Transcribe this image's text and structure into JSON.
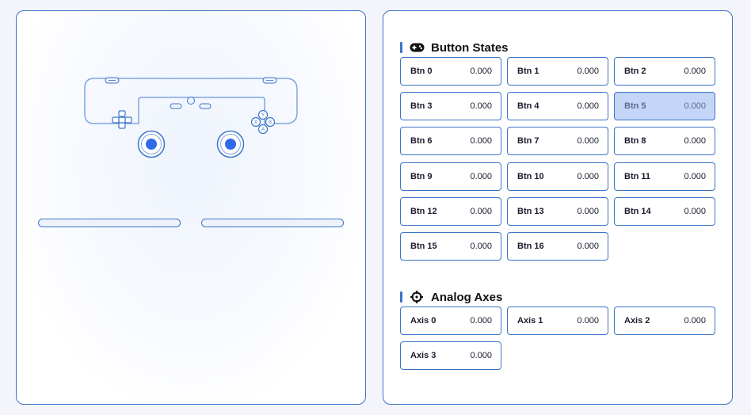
{
  "controller": {
    "face_labels": [
      "Y",
      "X",
      "B",
      "A"
    ]
  },
  "triggers": [
    {
      "value": 0
    },
    {
      "value": 0
    }
  ],
  "button_states": {
    "title": "Button States",
    "icon": "gamepad-icon",
    "items": [
      {
        "label": "Btn 0",
        "value": "0.000",
        "active": false
      },
      {
        "label": "Btn 1",
        "value": "0.000",
        "active": false
      },
      {
        "label": "Btn 2",
        "value": "0.000",
        "active": false
      },
      {
        "label": "Btn 3",
        "value": "0.000",
        "active": false
      },
      {
        "label": "Btn 4",
        "value": "0.000",
        "active": false
      },
      {
        "label": "Btn 5",
        "value": "0.000",
        "active": true
      },
      {
        "label": "Btn 6",
        "value": "0.000",
        "active": false
      },
      {
        "label": "Btn 7",
        "value": "0.000",
        "active": false
      },
      {
        "label": "Btn 8",
        "value": "0.000",
        "active": false
      },
      {
        "label": "Btn 9",
        "value": "0.000",
        "active": false
      },
      {
        "label": "Btn 10",
        "value": "0.000",
        "active": false
      },
      {
        "label": "Btn 11",
        "value": "0.000",
        "active": false
      },
      {
        "label": "Btn 12",
        "value": "0.000",
        "active": false
      },
      {
        "label": "Btn 13",
        "value": "0.000",
        "active": false
      },
      {
        "label": "Btn 14",
        "value": "0.000",
        "active": false
      },
      {
        "label": "Btn 15",
        "value": "0.000",
        "active": false
      },
      {
        "label": "Btn 16",
        "value": "0.000",
        "active": false
      }
    ]
  },
  "analog_axes": {
    "title": "Analog Axes",
    "icon": "crosshair-icon",
    "items": [
      {
        "label": "Axis 0",
        "value": "0.000"
      },
      {
        "label": "Axis 1",
        "value": "0.000"
      },
      {
        "label": "Axis 2",
        "value": "0.000"
      },
      {
        "label": "Axis 3",
        "value": "0.000"
      }
    ]
  },
  "colors": {
    "accent": "#3b74c9",
    "stick": "#2f6ae8",
    "active_cell": "#c3d6f7"
  }
}
